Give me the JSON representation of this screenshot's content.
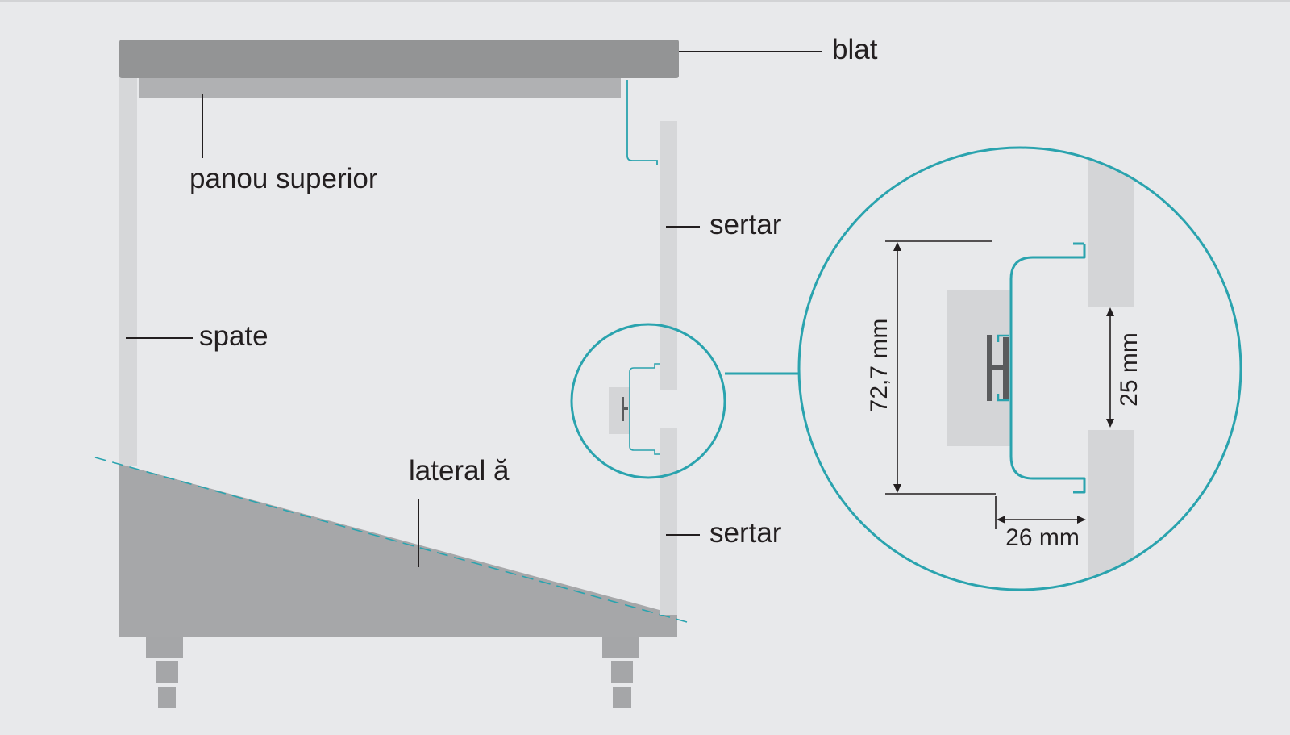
{
  "colors": {
    "background": "#e8e9eb",
    "countertop": "#939495",
    "side_panel": "#a6a7a9",
    "panel_light": "#d4d5d7",
    "back_panel": "#d6d7d9",
    "legs": "#a5a6a8",
    "accent_teal": "#2aa3ae",
    "ink": "#231f20"
  },
  "labels": {
    "countertop": "blat",
    "top_panel": "panou superior",
    "drawer_upper": "sertar",
    "back": "spate",
    "side": "lateral ă",
    "drawer_lower": "sertar"
  },
  "dimensions": {
    "height": "72,7 mm",
    "gap": "25 mm",
    "depth": "26 mm"
  }
}
